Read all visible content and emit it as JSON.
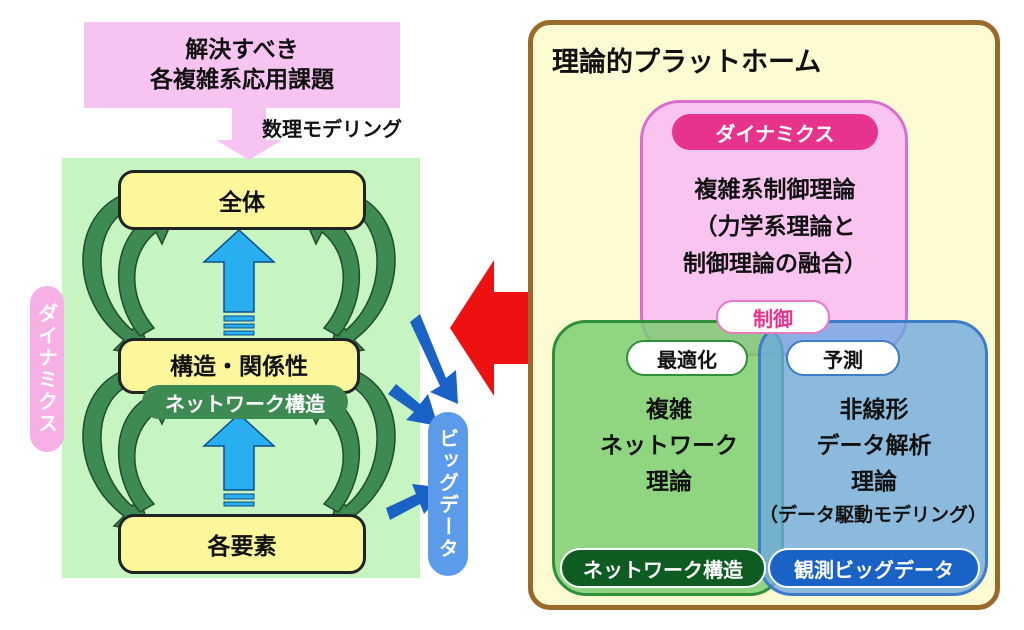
{
  "problem": {
    "line1": "解決すべき",
    "line2": "各複雑系応用課題"
  },
  "modeling_label": "数理モデリング",
  "model": {
    "whole": "全体",
    "structure": "構造・関係性",
    "network_structure": "ネットワーク構造",
    "elements": "各要素",
    "dynamics_vertical": "ダイナミクス",
    "bigdata_vertical": "ビッグデータ"
  },
  "platform": {
    "title": "理論的プラットホーム",
    "dynamics": {
      "label": "ダイナミクス",
      "line1": "複雑系制御理論",
      "line2": "（力学系理論と",
      "line3": "制御理論の融合）"
    },
    "control_label": "制御",
    "optimization_label": "最適化",
    "prediction_label": "予測",
    "network": {
      "line1": "複雑",
      "line2": "ネットワーク",
      "line3": "理論",
      "tag": "ネットワーク構造"
    },
    "analysis": {
      "line1": "非線形",
      "line2": "データ解析",
      "line3": "理論",
      "sub": "（データ駆動モデリング）",
      "tag": "観測ビッグデータ"
    }
  },
  "colors": {
    "pink_box": "#f7c3f1",
    "green_panel": "#c6f5c1",
    "yellow_box": "#fbf79a",
    "platform_bg": "#fdfbd2",
    "platform_border": "#9a6a2c",
    "dynamics_magenta": "#e8338d",
    "network_dark_green": "#0f5c22",
    "data_blue": "#1a62c6",
    "arrow_red": "#ee1111",
    "arrow_cyan": "#29aef0"
  }
}
